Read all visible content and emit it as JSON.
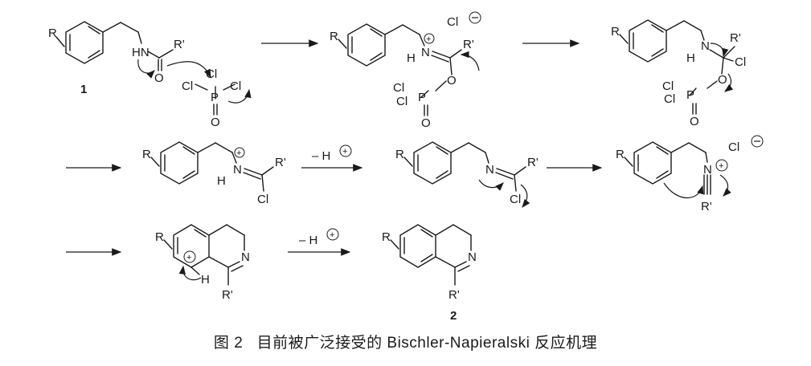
{
  "atoms": {
    "R": "R",
    "Rp": "R'",
    "HN": "HN",
    "N": "N",
    "NH": "H",
    "H": "H",
    "O": "O",
    "Cl": "Cl",
    "P": "P"
  },
  "compound_labels": {
    "c1": "1",
    "c2": "2"
  },
  "reagents": {
    "minus_h1": "– H",
    "minus_h2": "– H"
  },
  "ions": {
    "chloride": "Cl"
  },
  "caption": {
    "figure": "图 2",
    "text": "目前被广泛接受的 Bischler-Napieralski 反应机理"
  }
}
